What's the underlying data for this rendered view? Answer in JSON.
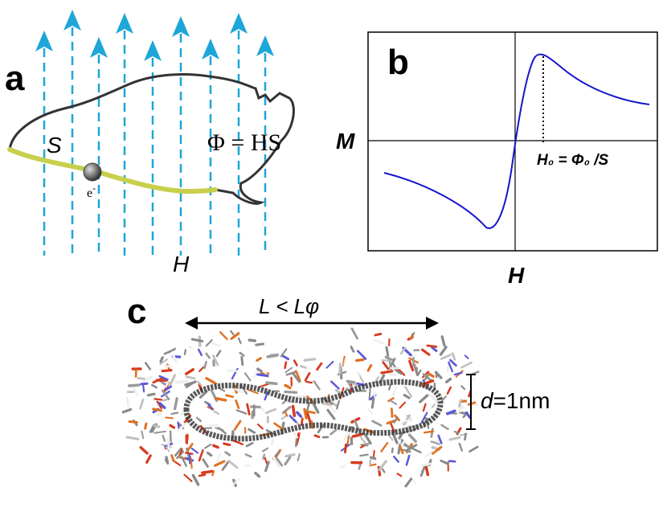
{
  "panel_a": {
    "letter": "a",
    "area_label": "S",
    "flux_label": "Φ = HS",
    "electron_label": "e",
    "electron_superscript": "-",
    "field_label": "H",
    "arrow_color": "#1ea6d8",
    "wire_color": "#c8cf4c",
    "loop_color": "#333333"
  },
  "panel_b": {
    "letter": "b",
    "y_label": "M",
    "x_label": "H",
    "annotation": "H₀ = Φ₀ /S",
    "curve_color": "#1515cc"
  },
  "panel_c": {
    "letter": "c",
    "length_label": "L < Lφ",
    "diameter_label": "d=1nm",
    "diameter_symbol": "d",
    "diameter_value": "=1nm"
  }
}
